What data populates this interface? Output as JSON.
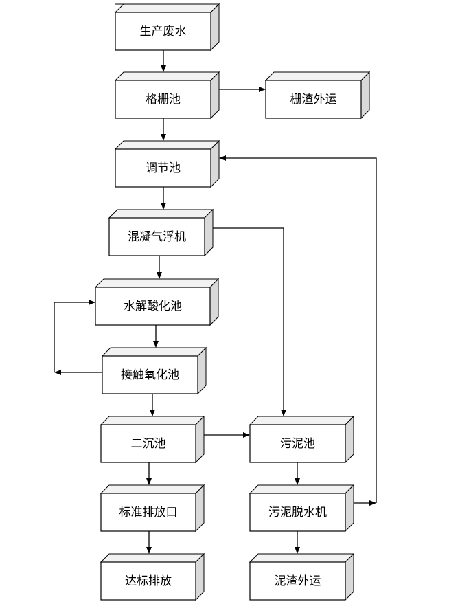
{
  "diagram": {
    "nodes": {
      "wastewater": "生产废水",
      "screen": "格栅池",
      "screenings": "栅渣外运",
      "equalization": "调节池",
      "flotation": "混凝气浮机",
      "hydrolysis": "水解酸化池",
      "contact_oxidation": "接触氧化池",
      "secondary_settling": "二沉池",
      "sludge_tank": "污泥池",
      "discharge_outlet": "标准排放口",
      "dewatering": "污泥脱水机",
      "compliant_discharge": "达标排放",
      "sludge_cake": "泥渣外运"
    },
    "colors": {
      "line": "#000000",
      "box_side": "#d9d9d9",
      "box_top": "#f2f2f2"
    }
  }
}
